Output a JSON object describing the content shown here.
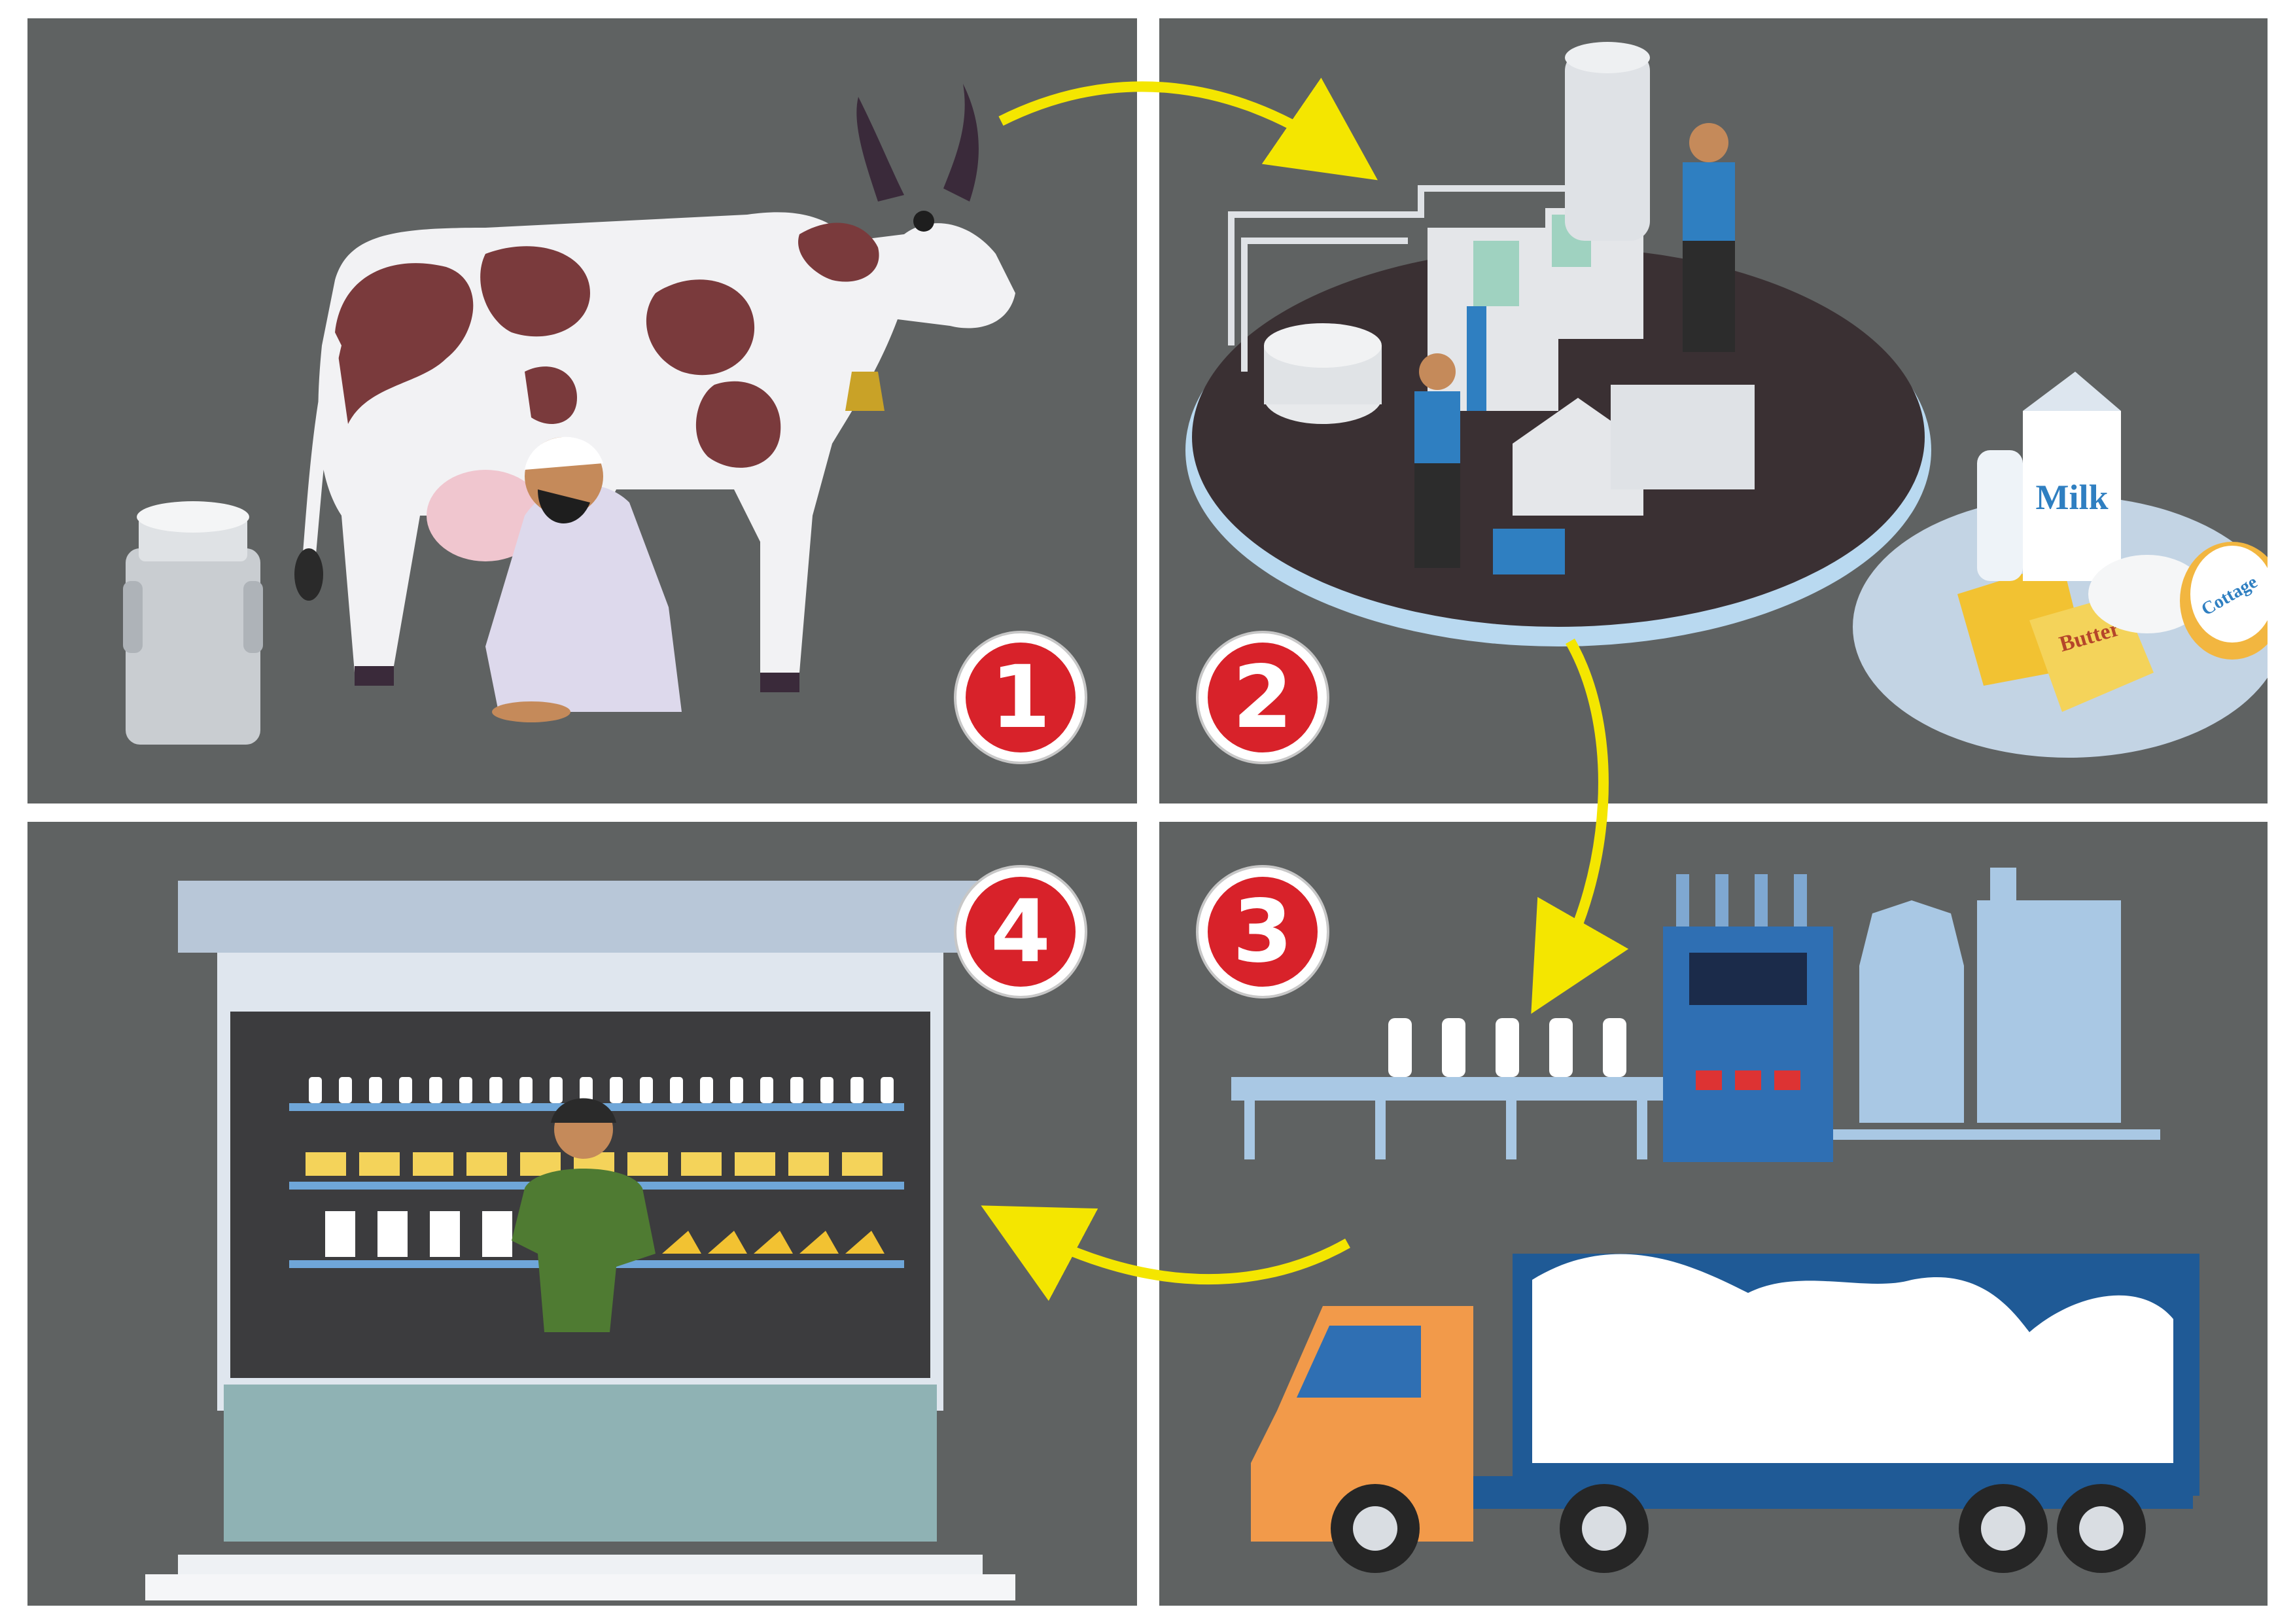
{
  "steps": [
    {
      "number": "1"
    },
    {
      "number": "2"
    },
    {
      "number": "3"
    },
    {
      "number": "4"
    }
  ],
  "labels": {
    "milk": "Milk",
    "butter": "Butter",
    "cottage": "Cottage"
  },
  "colors": {
    "panel": "#5f6262",
    "badge": "#d8222a",
    "arrow": "#f4e600",
    "truck_cab": "#f29a4a",
    "truck_blue": "#1f5a96"
  }
}
